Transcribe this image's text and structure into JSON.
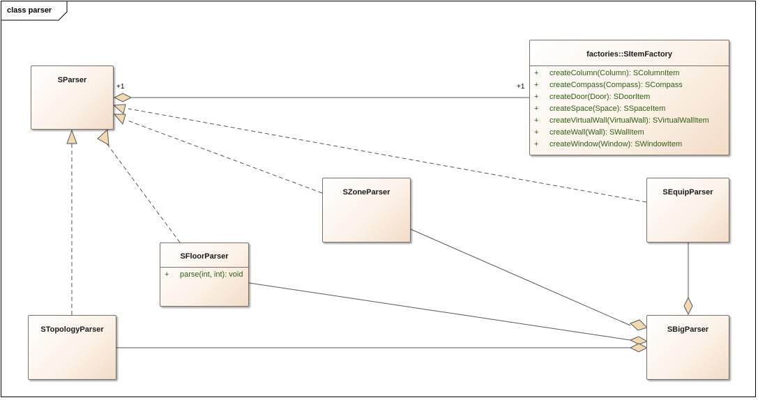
{
  "diagram": {
    "frame_title": "class parser",
    "classes": {
      "sparser": {
        "name": "SParser"
      },
      "sitemfactory": {
        "name": "factories::SItemFactory",
        "operations": [
          {
            "visibility": "+",
            "signature": "createColumn(Column): SColumnItem"
          },
          {
            "visibility": "+",
            "signature": "createCompass(Compass): SCompass"
          },
          {
            "visibility": "+",
            "signature": "createDoor(Door): SDoorItem"
          },
          {
            "visibility": "+",
            "signature": "createSpace(Space): SSpaceItem"
          },
          {
            "visibility": "+",
            "signature": "createVirtualWall(VirtualWall): SVirtualWallItem"
          },
          {
            "visibility": "+",
            "signature": "createWall(Wall): SWallItem"
          },
          {
            "visibility": "+",
            "signature": "createWindow(Window): SWindowItem"
          }
        ]
      },
      "szoneparser": {
        "name": "SZoneParser"
      },
      "sequipparser": {
        "name": "SEquipParser"
      },
      "sfloorparser": {
        "name": "SFloorParser",
        "operations": [
          {
            "visibility": "+",
            "signature": "parse(int, int): void"
          }
        ]
      },
      "stopologyparser": {
        "name": "STopologyParser"
      },
      "sbigparser": {
        "name": "SBigParser"
      }
    },
    "association": {
      "source_multiplicity": "+1",
      "target_multiplicity": "+1"
    },
    "colors": {
      "class_fill_light": "#ffffff",
      "class_fill_dark": "#f2dcc6",
      "class_border": "#7a7066",
      "operation_text": "#2e5e12",
      "diamond_fill": "#f3d9b1",
      "line": "#555555"
    }
  }
}
